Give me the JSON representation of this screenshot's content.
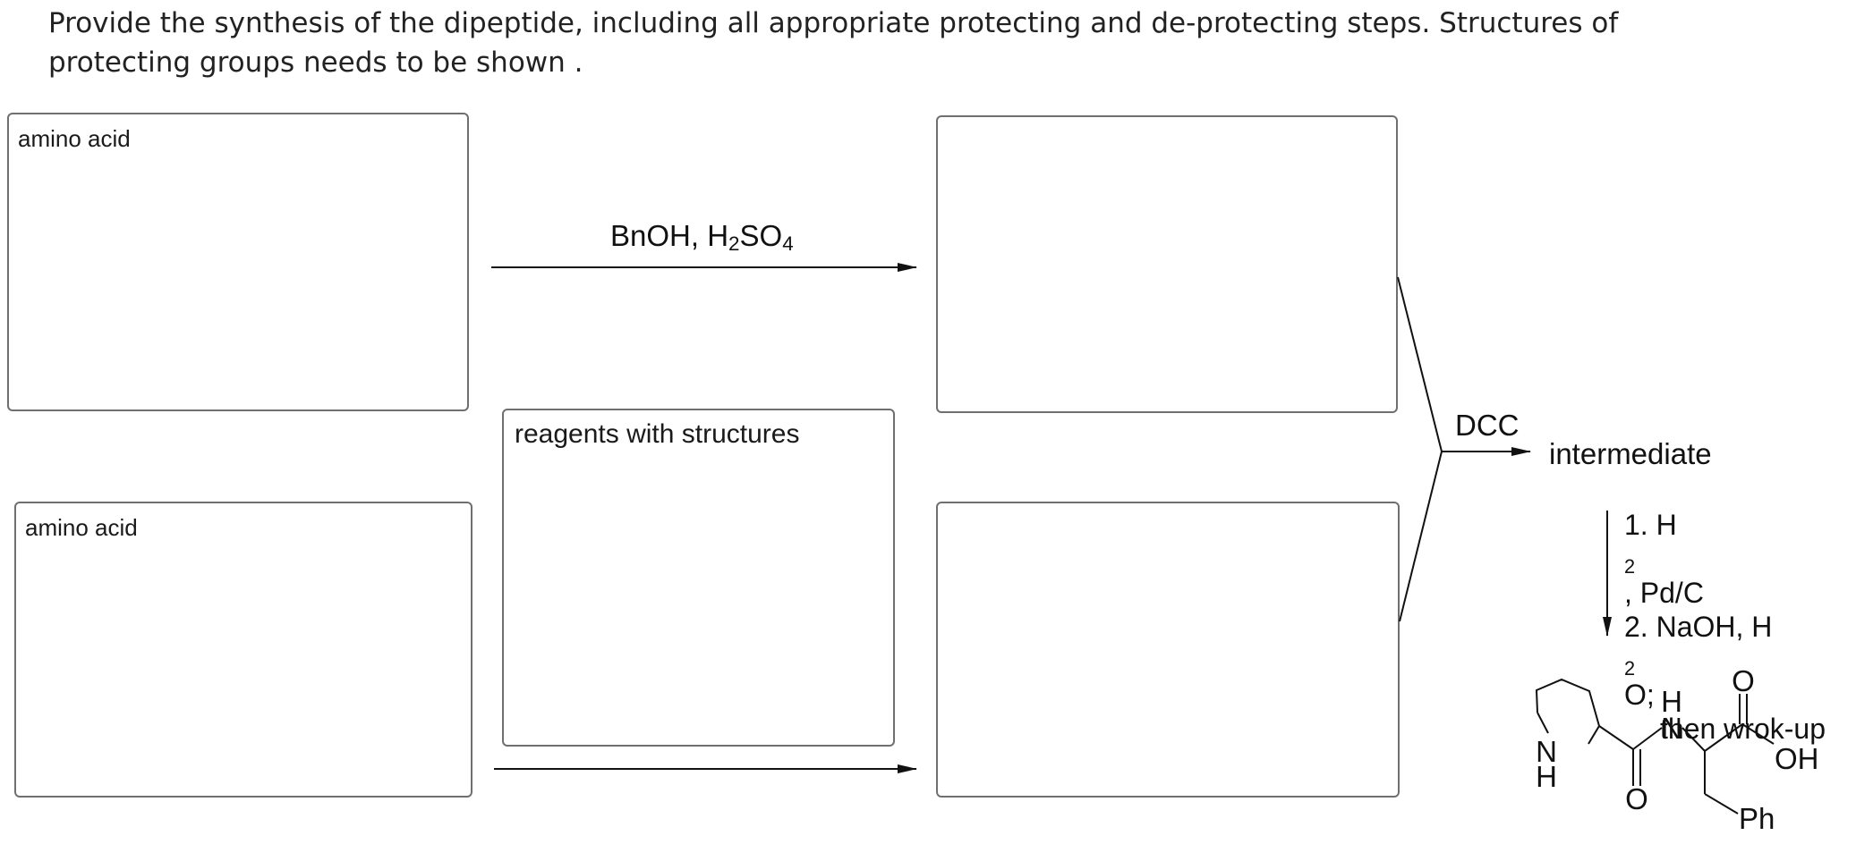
{
  "instructions": {
    "line1": "Provide the synthesis of the dipeptide, including all appropriate protecting and de-protecting steps. Structures of",
    "line2": "protecting groups needs to be shown ."
  },
  "boxes": {
    "amino_acid_top": "amino acid",
    "amino_acid_bottom": "amino acid",
    "reagents": "reagents with structures"
  },
  "reagent_top": {
    "part1": "BnOH, H",
    "sub1": "2",
    "part2": "SO",
    "sub2": "4"
  },
  "coupling": {
    "label": "DCC"
  },
  "intermediate": {
    "label": "intermediate"
  },
  "deprotection": {
    "step1_a": "1. H",
    "step1_sub": "2",
    "step1_b": ", Pd/C",
    "step2_a": "2. NaOH, H",
    "step2_sub": "2",
    "step2_b": "O;",
    "step2_c": "then wrok-up"
  },
  "product": {
    "atom_N_ring": "N",
    "atom_H_ring": "H",
    "atom_O_amide": "O",
    "atom_H_amide": "H",
    "atom_N_amide": "N",
    "atom_O_acid": "O",
    "atom_OH": "OH",
    "atom_Ph": "Ph"
  },
  "colors": {
    "border": "#6f6f6f",
    "ink": "#111111"
  }
}
